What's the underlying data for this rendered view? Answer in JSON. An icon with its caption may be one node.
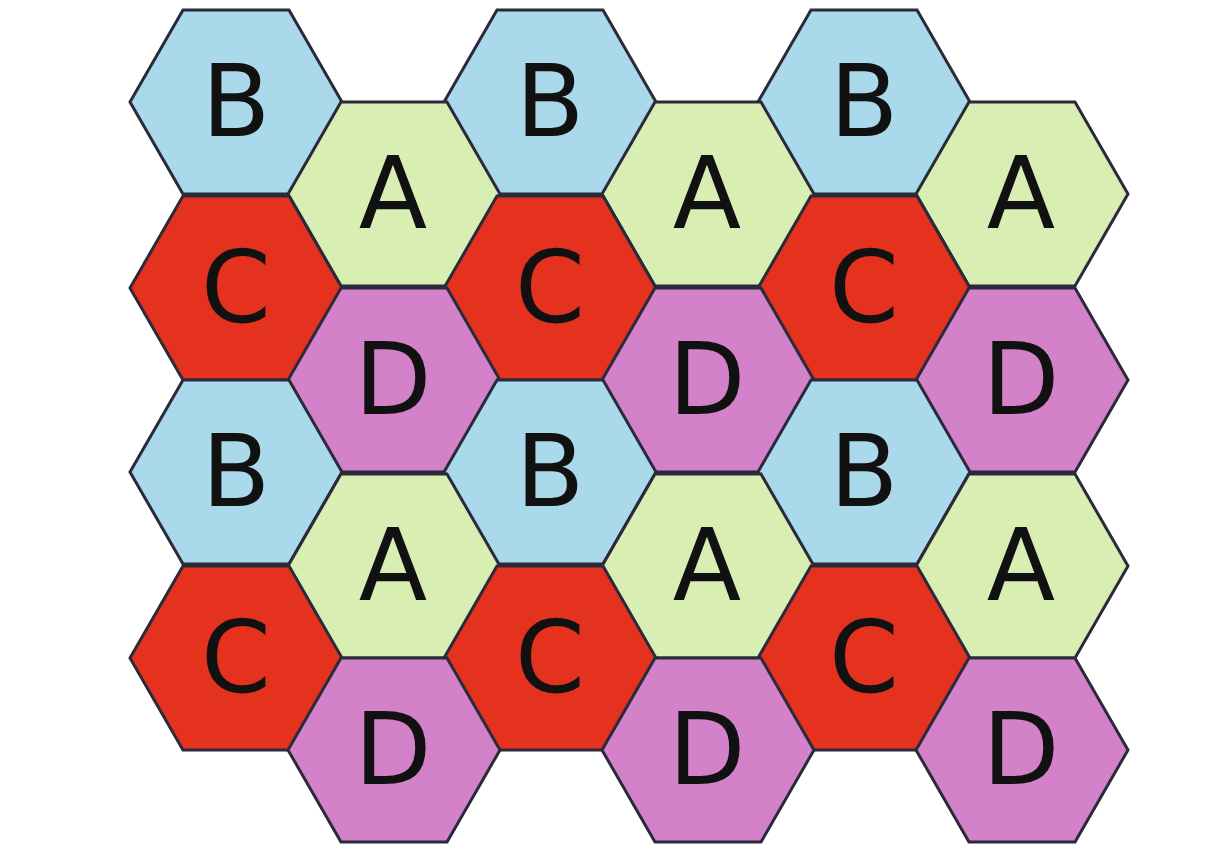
{
  "diagram": {
    "nodes": [
      {
        "text": [
          "B"
        ]
      },
      {
        "text": [
          "B"
        ]
      },
      {
        "text": [
          "B"
        ]
      },
      {
        "text": [
          "A"
        ]
      },
      {
        "text": [
          "A"
        ]
      },
      {
        "text": [
          "A"
        ]
      },
      {
        "text": [
          "C"
        ]
      },
      {
        "text": [
          "C"
        ]
      },
      {
        "text": [
          "C"
        ]
      },
      {
        "text": [
          "D"
        ]
      },
      {
        "text": [
          "D"
        ]
      },
      {
        "text": [
          "D"
        ]
      },
      {
        "text": [
          "B"
        ]
      },
      {
        "text": [
          "B"
        ]
      },
      {
        "text": [
          "B"
        ]
      },
      {
        "text": [
          "A"
        ]
      },
      {
        "text": [
          "A"
        ]
      },
      {
        "text": [
          "A"
        ]
      },
      {
        "text": [
          "C"
        ]
      },
      {
        "text": [
          "C"
        ]
      },
      {
        "text": [
          "C"
        ]
      },
      {
        "text": [
          "D"
        ]
      },
      {
        "text": [
          "D"
        ]
      },
      {
        "text": [
          "D"
        ]
      }
    ]
  }
}
